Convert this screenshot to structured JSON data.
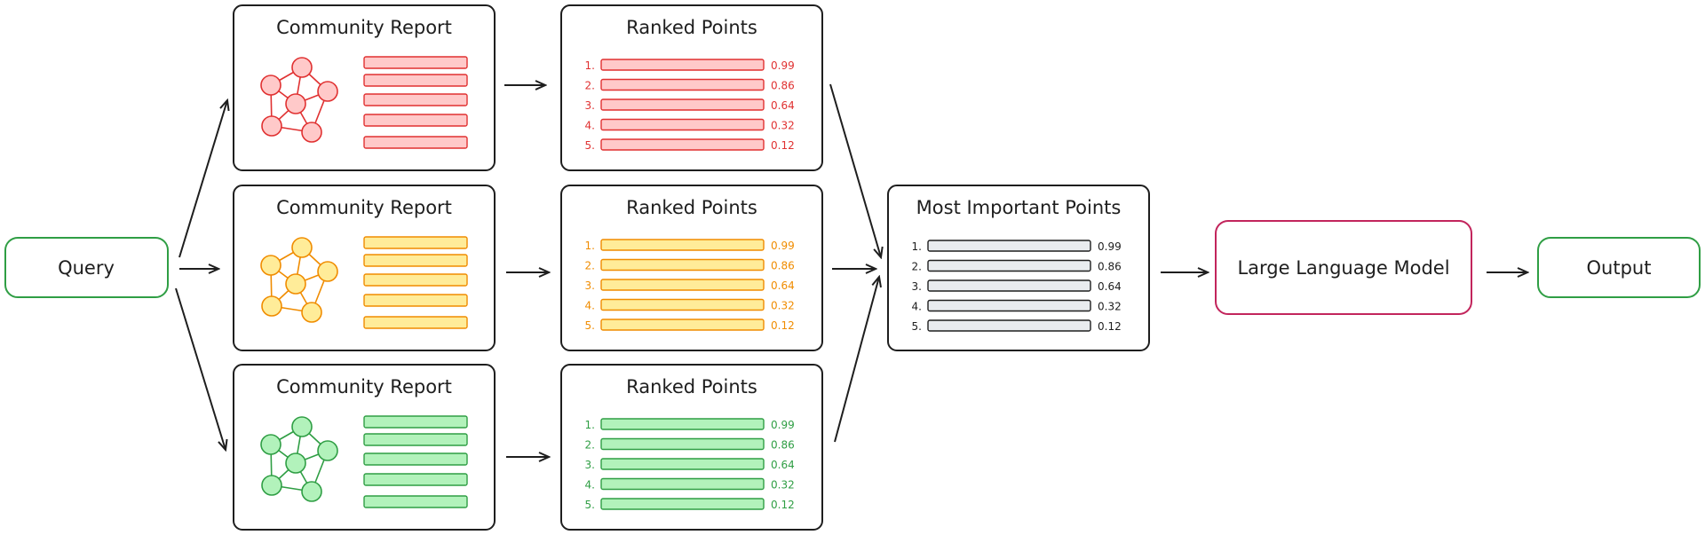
{
  "query": {
    "label": "Query"
  },
  "output": {
    "label": "Output"
  },
  "llm": {
    "label": "Large Language Model"
  },
  "colors": {
    "red": {
      "fill": "#ffc9c9",
      "stroke": "#e03131"
    },
    "amber": {
      "fill": "#ffec99",
      "stroke": "#f08c00"
    },
    "green": {
      "fill": "#b2f2bb",
      "stroke": "#2f9e44"
    },
    "gray": {
      "fill": "#e9ecef",
      "stroke": "#1e1e1e"
    },
    "llm": "#c2255c",
    "io": "#2f9e44"
  },
  "community_reports": [
    {
      "title": "Community Report",
      "color": "red"
    },
    {
      "title": "Community Report",
      "color": "amber"
    },
    {
      "title": "Community Report",
      "color": "green"
    }
  ],
  "ranked_points": [
    {
      "title": "Ranked Points",
      "color": "red",
      "items": [
        {
          "num": "1.",
          "score": "0.99"
        },
        {
          "num": "2.",
          "score": "0.86"
        },
        {
          "num": "3.",
          "score": "0.64"
        },
        {
          "num": "4.",
          "score": "0.32"
        },
        {
          "num": "5.",
          "score": "0.12"
        }
      ]
    },
    {
      "title": "Ranked Points",
      "color": "amber",
      "items": [
        {
          "num": "1.",
          "score": "0.99"
        },
        {
          "num": "2.",
          "score": "0.86"
        },
        {
          "num": "3.",
          "score": "0.64"
        },
        {
          "num": "4.",
          "score": "0.32"
        },
        {
          "num": "5.",
          "score": "0.12"
        }
      ]
    },
    {
      "title": "Ranked Points",
      "color": "green",
      "items": [
        {
          "num": "1.",
          "score": "0.99"
        },
        {
          "num": "2.",
          "score": "0.86"
        },
        {
          "num": "3.",
          "score": "0.64"
        },
        {
          "num": "4.",
          "score": "0.32"
        },
        {
          "num": "5.",
          "score": "0.12"
        }
      ]
    }
  ],
  "most_important": {
    "title": "Most Important Points",
    "color": "gray",
    "items": [
      {
        "num": "1.",
        "score": "0.99"
      },
      {
        "num": "2.",
        "score": "0.86"
      },
      {
        "num": "3.",
        "score": "0.64"
      },
      {
        "num": "4.",
        "score": "0.32"
      },
      {
        "num": "5.",
        "score": "0.12"
      }
    ]
  }
}
